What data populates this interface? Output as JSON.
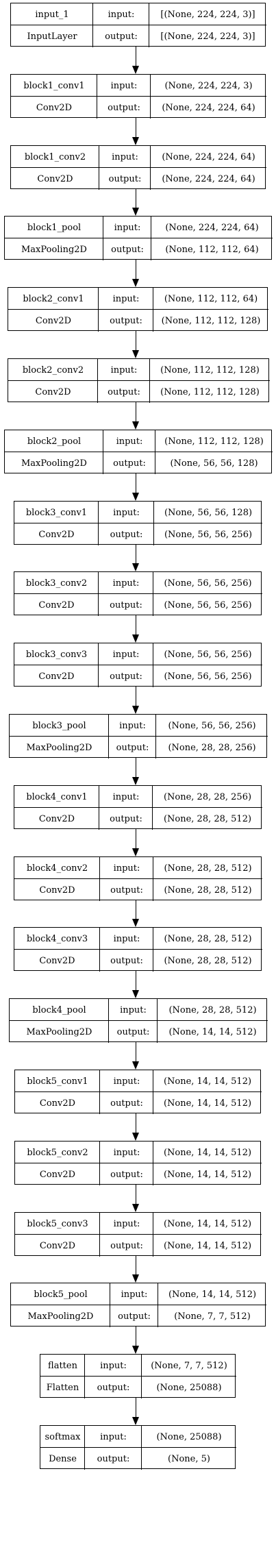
{
  "input_label": "input:",
  "output_label": "output:",
  "layers": [
    {
      "name": "input_1",
      "type": "InputLayer",
      "input": "[(None, 224, 224, 3)]",
      "output": "[(None, 224, 224, 3)]"
    },
    {
      "name": "block1_conv1",
      "type": "Conv2D",
      "input": "(None, 224, 224, 3)",
      "output": "(None, 224, 224, 64)"
    },
    {
      "name": "block1_conv2",
      "type": "Conv2D",
      "input": "(None, 224, 224, 64)",
      "output": "(None, 224, 224, 64)"
    },
    {
      "name": "block1_pool",
      "type": "MaxPooling2D",
      "input": "(None, 224, 224, 64)",
      "output": "(None, 112, 112, 64)"
    },
    {
      "name": "block2_conv1",
      "type": "Conv2D",
      "input": "(None, 112, 112, 64)",
      "output": "(None, 112, 112, 128)"
    },
    {
      "name": "block2_conv2",
      "type": "Conv2D",
      "input": "(None, 112, 112, 128)",
      "output": "(None, 112, 112, 128)"
    },
    {
      "name": "block2_pool",
      "type": "MaxPooling2D",
      "input": "(None, 112, 112, 128)",
      "output": "(None, 56, 56, 128)"
    },
    {
      "name": "block3_conv1",
      "type": "Conv2D",
      "input": "(None, 56, 56, 128)",
      "output": "(None, 56, 56, 256)"
    },
    {
      "name": "block3_conv2",
      "type": "Conv2D",
      "input": "(None, 56, 56, 256)",
      "output": "(None, 56, 56, 256)"
    },
    {
      "name": "block3_conv3",
      "type": "Conv2D",
      "input": "(None, 56, 56, 256)",
      "output": "(None, 56, 56, 256)"
    },
    {
      "name": "block3_pool",
      "type": "MaxPooling2D",
      "input": "(None, 56, 56, 256)",
      "output": "(None, 28, 28, 256)"
    },
    {
      "name": "block4_conv1",
      "type": "Conv2D",
      "input": "(None, 28, 28, 256)",
      "output": "(None, 28, 28, 512)"
    },
    {
      "name": "block4_conv2",
      "type": "Conv2D",
      "input": "(None, 28, 28, 512)",
      "output": "(None, 28, 28, 512)"
    },
    {
      "name": "block4_conv3",
      "type": "Conv2D",
      "input": "(None, 28, 28, 512)",
      "output": "(None, 28, 28, 512)"
    },
    {
      "name": "block4_pool",
      "type": "MaxPooling2D",
      "input": "(None, 28, 28, 512)",
      "output": "(None, 14, 14, 512)"
    },
    {
      "name": "block5_conv1",
      "type": "Conv2D",
      "input": "(None, 14, 14, 512)",
      "output": "(None, 14, 14, 512)"
    },
    {
      "name": "block5_conv2",
      "type": "Conv2D",
      "input": "(None, 14, 14, 512)",
      "output": "(None, 14, 14, 512)"
    },
    {
      "name": "block5_conv3",
      "type": "Conv2D",
      "input": "(None, 14, 14, 512)",
      "output": "(None, 14, 14, 512)"
    },
    {
      "name": "block5_pool",
      "type": "MaxPooling2D",
      "input": "(None, 14, 14, 512)",
      "output": "(None, 7, 7, 512)"
    },
    {
      "name": "flatten",
      "type": "Flatten",
      "input": "(None, 7, 7, 512)",
      "output": "(None, 25088)"
    },
    {
      "name": "softmax",
      "type": "Dense",
      "input": "(None, 25088)",
      "output": "(None, 5)"
    }
  ]
}
